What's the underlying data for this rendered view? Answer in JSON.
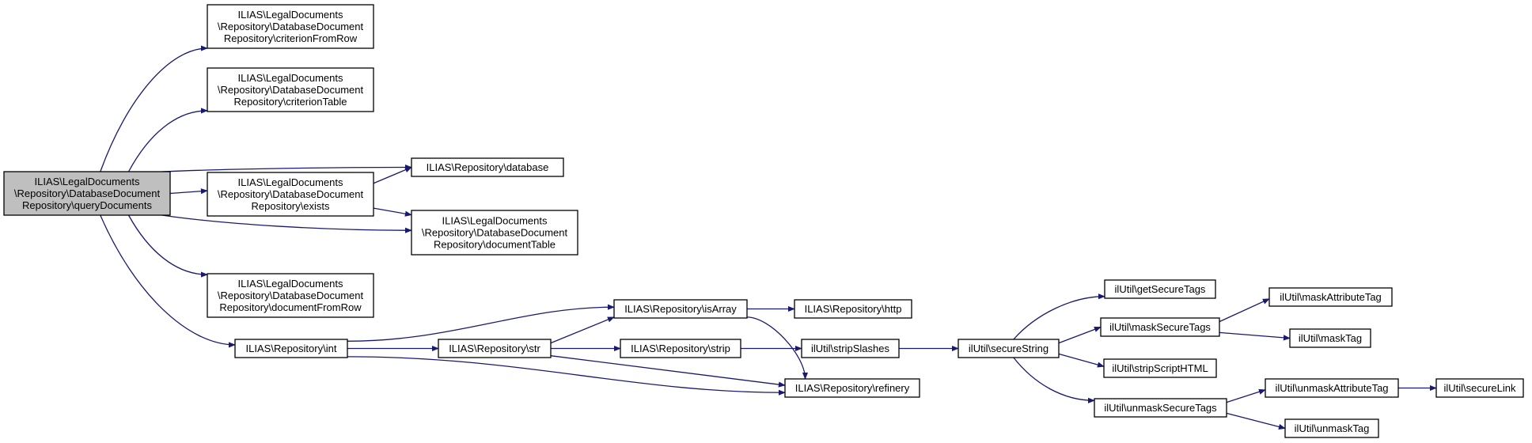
{
  "diagram": {
    "type": "call-graph",
    "edge_color": "#191970",
    "root_fill": "#bfbfbf",
    "nodes": [
      {
        "id": "root",
        "lines": [
          "ILIAS\\LegalDocuments",
          "\\Repository\\DatabaseDocument",
          "Repository\\queryDocuments"
        ]
      },
      {
        "id": "criterionFromRow",
        "lines": [
          "ILIAS\\LegalDocuments",
          "\\Repository\\DatabaseDocument",
          "Repository\\criterionFromRow"
        ]
      },
      {
        "id": "criterionTable",
        "lines": [
          "ILIAS\\LegalDocuments",
          "\\Repository\\DatabaseDocument",
          "Repository\\criterionTable"
        ]
      },
      {
        "id": "exists",
        "lines": [
          "ILIAS\\LegalDocuments",
          "\\Repository\\DatabaseDocument",
          "Repository\\exists"
        ]
      },
      {
        "id": "documentFromRow",
        "lines": [
          "ILIAS\\LegalDocuments",
          "\\Repository\\DatabaseDocument",
          "Repository\\documentFromRow"
        ]
      },
      {
        "id": "database",
        "lines": [
          "ILIAS\\Repository\\database"
        ]
      },
      {
        "id": "documentTable",
        "lines": [
          "ILIAS\\LegalDocuments",
          "\\Repository\\DatabaseDocument",
          "Repository\\documentTable"
        ]
      },
      {
        "id": "int",
        "lines": [
          "ILIAS\\Repository\\int"
        ]
      },
      {
        "id": "isArray",
        "lines": [
          "ILIAS\\Repository\\isArray"
        ]
      },
      {
        "id": "str",
        "lines": [
          "ILIAS\\Repository\\str"
        ]
      },
      {
        "id": "strip",
        "lines": [
          "ILIAS\\Repository\\strip"
        ]
      },
      {
        "id": "refinery",
        "lines": [
          "ILIAS\\Repository\\refinery"
        ]
      },
      {
        "id": "http",
        "lines": [
          "ILIAS\\Repository\\http"
        ]
      },
      {
        "id": "stripSlashes",
        "lines": [
          "ilUtil\\stripSlashes"
        ]
      },
      {
        "id": "secureString",
        "lines": [
          "ilUtil\\secureString"
        ]
      },
      {
        "id": "getSecureTags",
        "lines": [
          "ilUtil\\getSecureTags"
        ]
      },
      {
        "id": "maskSecureTags",
        "lines": [
          "ilUtil\\maskSecureTags"
        ]
      },
      {
        "id": "stripScriptHTML",
        "lines": [
          "ilUtil\\stripScriptHTML"
        ]
      },
      {
        "id": "unmaskSecureTags",
        "lines": [
          "ilUtil\\unmaskSecureTags"
        ]
      },
      {
        "id": "maskAttributeTag",
        "lines": [
          "ilUtil\\maskAttributeTag"
        ]
      },
      {
        "id": "maskTag",
        "lines": [
          "ilUtil\\maskTag"
        ]
      },
      {
        "id": "unmaskAttributeTag",
        "lines": [
          "ilUtil\\unmaskAttributeTag"
        ]
      },
      {
        "id": "unmaskTag",
        "lines": [
          "ilUtil\\unmaskTag"
        ]
      },
      {
        "id": "secureLink",
        "lines": [
          "ilUtil\\secureLink"
        ]
      }
    ],
    "edges": [
      [
        "root",
        "criterionFromRow"
      ],
      [
        "root",
        "criterionTable"
      ],
      [
        "root",
        "database"
      ],
      [
        "root",
        "exists"
      ],
      [
        "root",
        "documentTable"
      ],
      [
        "root",
        "documentFromRow"
      ],
      [
        "root",
        "int"
      ],
      [
        "exists",
        "database"
      ],
      [
        "exists",
        "documentTable"
      ],
      [
        "int",
        "isArray"
      ],
      [
        "int",
        "str"
      ],
      [
        "int",
        "refinery"
      ],
      [
        "str",
        "isArray"
      ],
      [
        "str",
        "strip"
      ],
      [
        "str",
        "refinery"
      ],
      [
        "isArray",
        "http"
      ],
      [
        "isArray",
        "refinery"
      ],
      [
        "strip",
        "stripSlashes"
      ],
      [
        "stripSlashes",
        "secureString"
      ],
      [
        "secureString",
        "getSecureTags"
      ],
      [
        "secureString",
        "maskSecureTags"
      ],
      [
        "secureString",
        "stripScriptHTML"
      ],
      [
        "secureString",
        "unmaskSecureTags"
      ],
      [
        "maskSecureTags",
        "maskAttributeTag"
      ],
      [
        "maskSecureTags",
        "maskTag"
      ],
      [
        "unmaskSecureTags",
        "unmaskAttributeTag"
      ],
      [
        "unmaskSecureTags",
        "unmaskTag"
      ],
      [
        "unmaskAttributeTag",
        "secureLink"
      ]
    ]
  }
}
